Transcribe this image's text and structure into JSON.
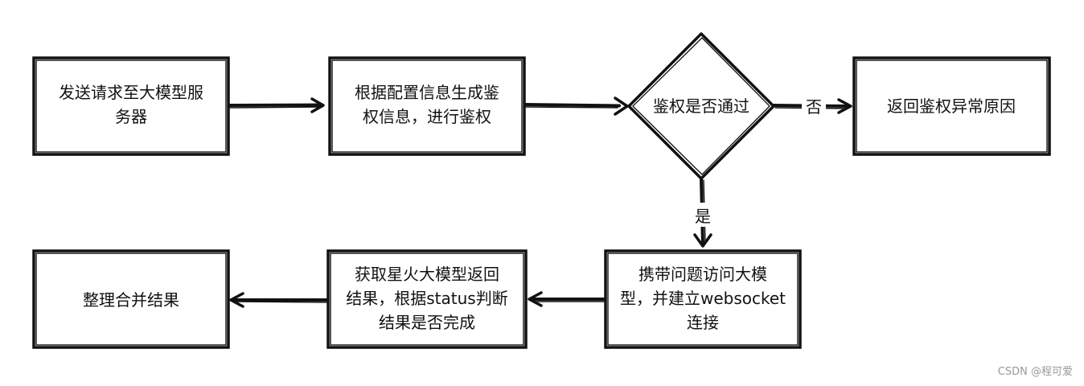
{
  "nodes": {
    "send_request": {
      "lines": [
        "发送请求至大模型服",
        "务器"
      ]
    },
    "generate_auth": {
      "lines": [
        "根据配置信息生成鉴",
        "权信息，进行鉴权"
      ]
    },
    "auth_check": {
      "lines": [
        "鉴权是否通过"
      ]
    },
    "auth_fail": {
      "lines": [
        "返回鉴权异常原因"
      ]
    },
    "connect_ws": {
      "lines": [
        "携带问题访问大模",
        "型，并建立websocket",
        "连接"
      ]
    },
    "get_result": {
      "lines": [
        "获取星火大模型返回",
        "结果，根据status判断",
        "结果是否完成"
      ]
    },
    "merge_result": {
      "lines": [
        "整理合并结果"
      ]
    }
  },
  "edges": {
    "no_label": "否",
    "yes_label": "是"
  },
  "watermark": "CSDN @程可爱"
}
